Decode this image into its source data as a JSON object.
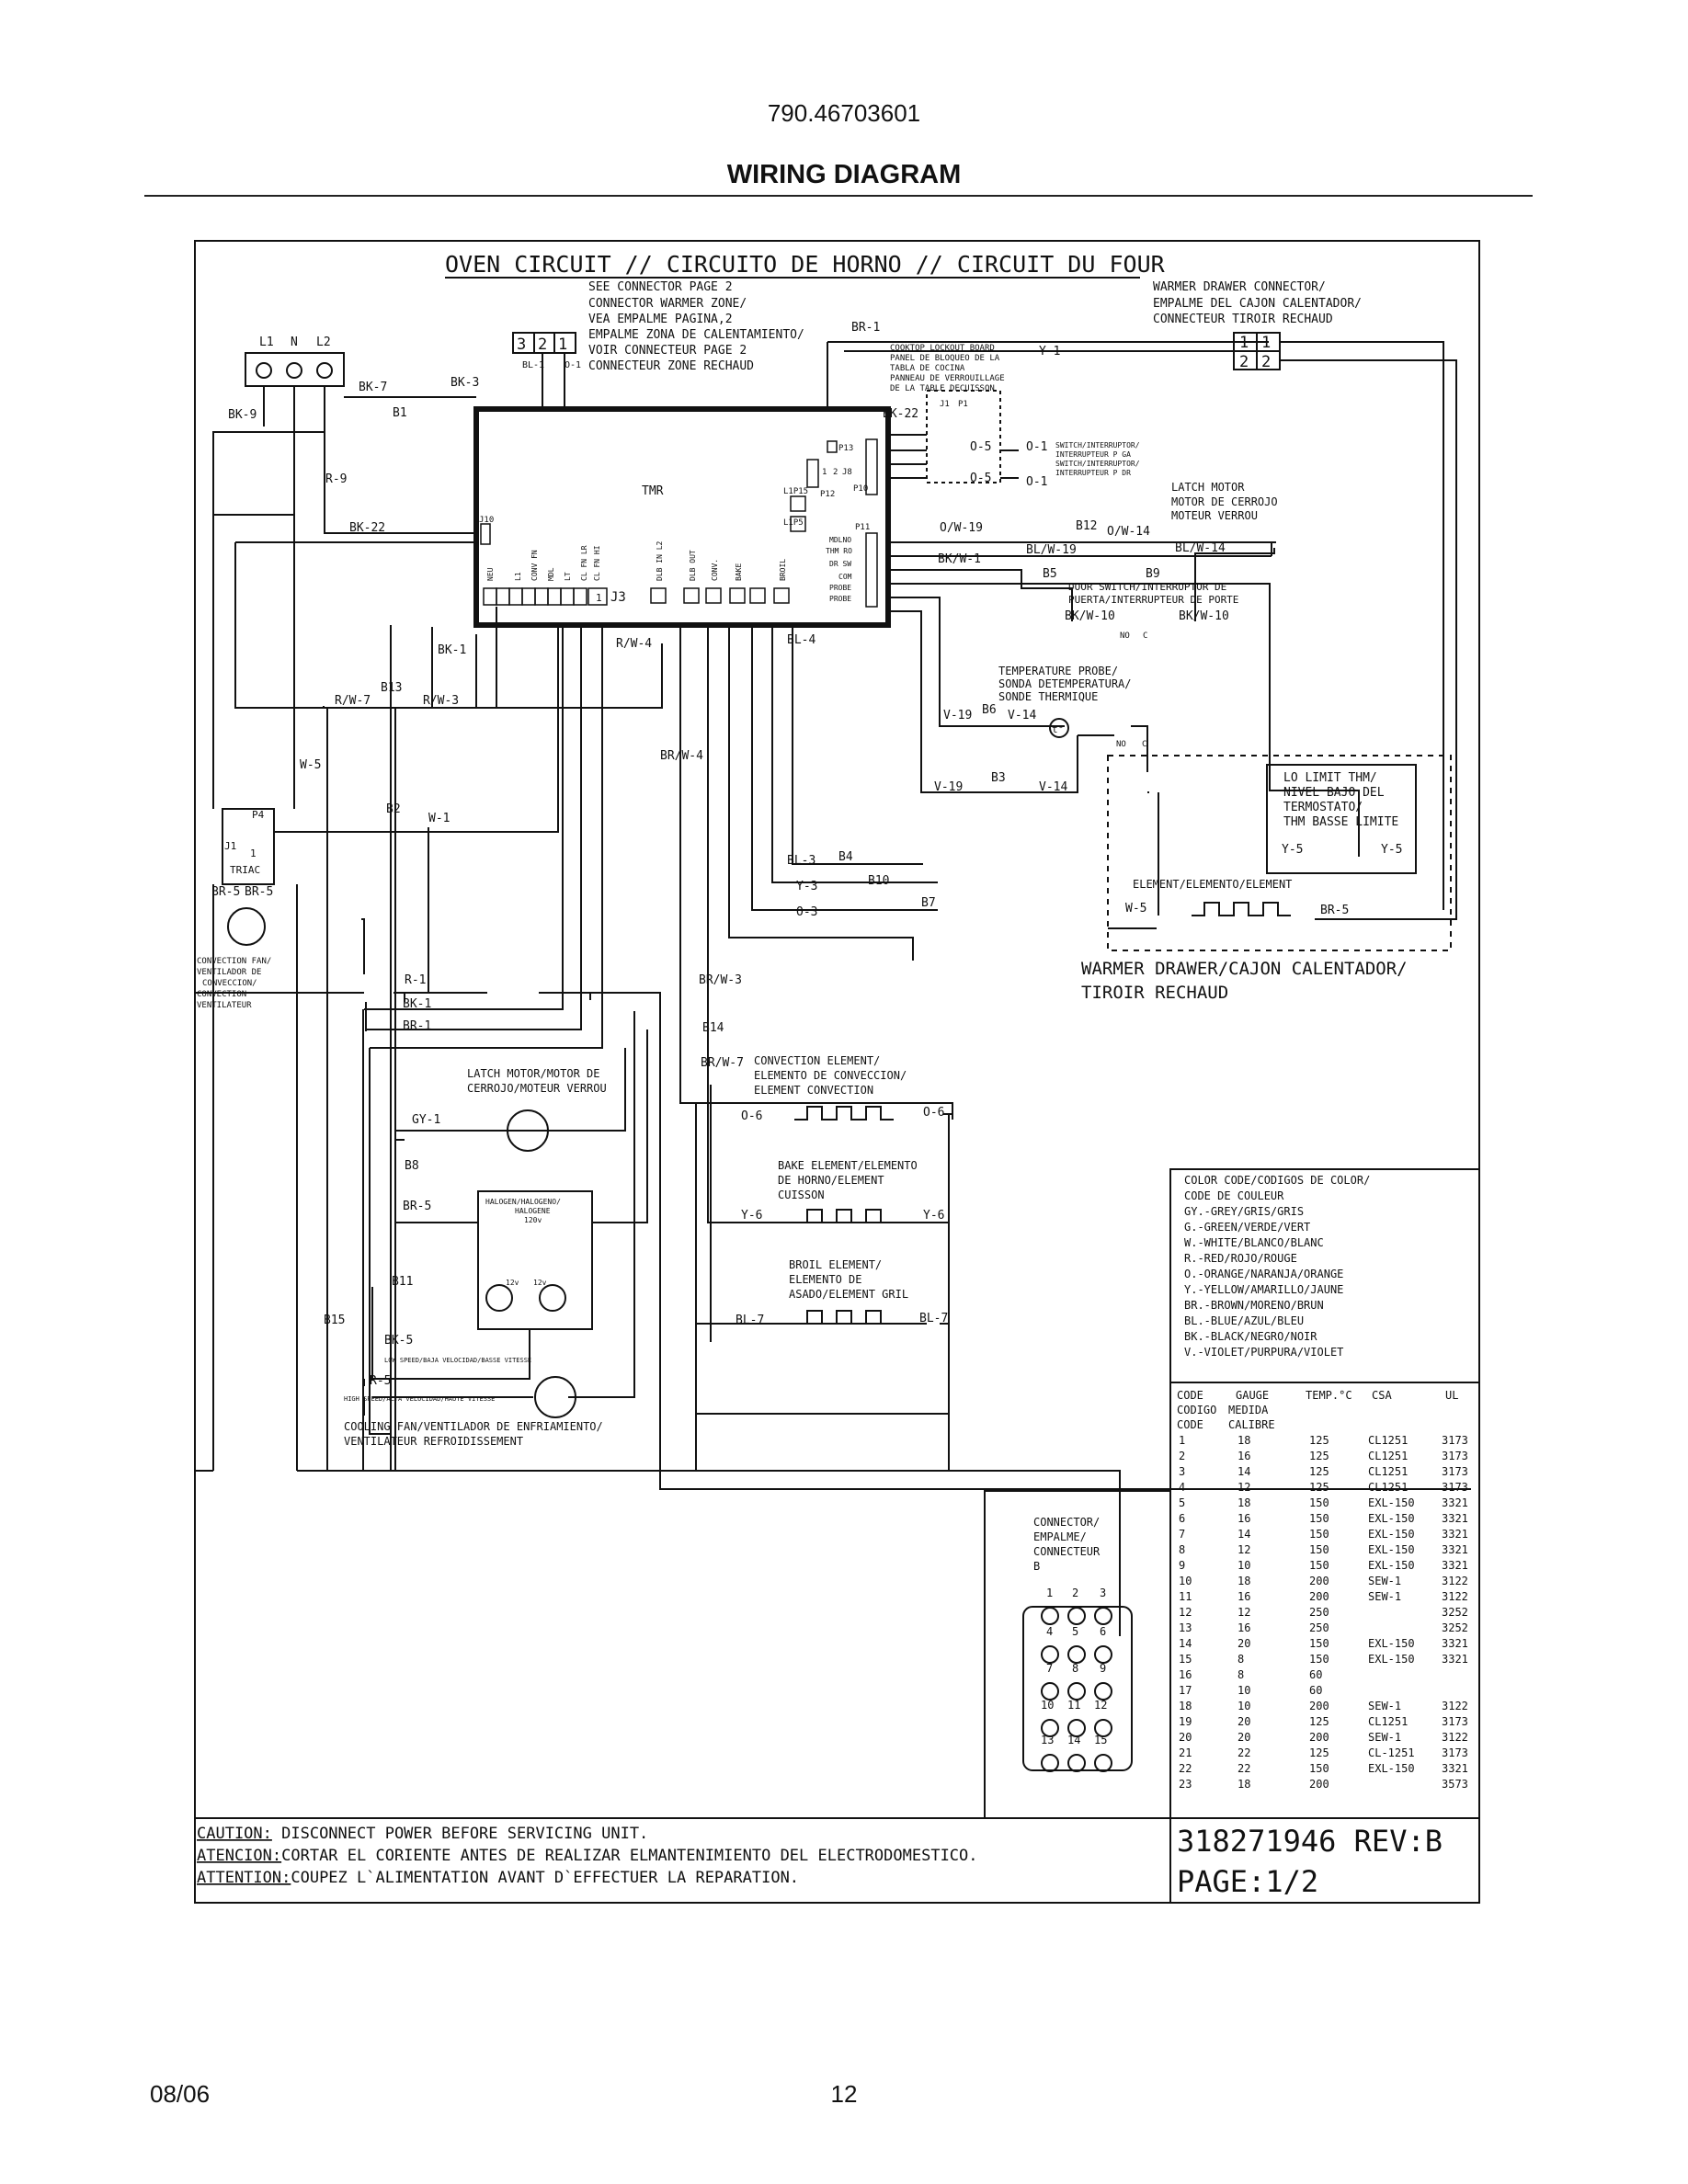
{
  "header": {
    "model": "790.46703601",
    "title": "WIRING DIAGRAM"
  },
  "circuit_title": "OVEN CIRCUIT // CIRCUITO DE HORNO // CIRCUIT DU FOUR",
  "power": {
    "l1": "L1",
    "n": "N",
    "l2": "L2"
  },
  "see_connector_note": [
    "SEE CONNECTOR PAGE 2",
    "CONNECTOR WARMER ZONE/",
    "VEA EMPALME PAGINA,2",
    "EMPALME ZONA DE CALENTAMIENTO/",
    "VOIR CONNECTEUR PAGE 2",
    "CONNECTEUR ZONE RECHAUD"
  ],
  "connector_321": {
    "pins": [
      "3",
      "2",
      "1"
    ],
    "bl1": "BL-1",
    "o1": "O-1"
  },
  "warmer_connector": [
    "WARMER DRAWER CONNECTOR/",
    "EMPALME DEL CAJON CALENTADOR/",
    "CONNECTEUR TIROIR RECHAUD"
  ],
  "warmer_pins": [
    "1",
    "1",
    "2",
    "2"
  ],
  "lockout_board": [
    "COOKTOP LOCKOUT BOARD",
    "PANEL DE BLOQUEO DE LA",
    "TABLA DE COCINA",
    "PANNEAU DE VERROUILLAGE",
    "DE LA TABLE DECUISSON"
  ],
  "lockout_pins": {
    "j1": "J1",
    "p1": "P1"
  },
  "switches": [
    "SWITCH/INTERRUPTOR/",
    "INTERRUPTEUR P GA",
    "SWITCH/INTERRUPTOR/",
    "INTERRUPTEUR P DR"
  ],
  "tmr": {
    "label": "TMR",
    "j10": "J10",
    "j3": "J3",
    "j3_pin": "1",
    "pins": [
      "NEU",
      "L1",
      "CONV FN",
      "MDL",
      "LT",
      "CL FN LR",
      "CL FN HI",
      "DLB IN L2",
      "DLB OUT",
      "CONV.",
      "BAKE",
      "BROIL"
    ],
    "connectors": {
      "p13": "P13",
      "j8": "J8",
      "j8_pins": [
        "1",
        "2"
      ],
      "p12": "P12",
      "p10": "P10",
      "l1p15": "L1P15",
      "l1p5": "L1P5",
      "p11": "P11"
    },
    "right_pins": [
      "MDLNO",
      "THM RO",
      "DR SW",
      "COM",
      "PROBE",
      "PROBE"
    ]
  },
  "wires": {
    "bk9": "BK-9",
    "bk7": "BK-7",
    "b1": "B1",
    "bk3": "BK-3",
    "r9": "R-9",
    "bk22_left": "BK-22",
    "bk22_top": "BK-22",
    "br1_top": "BR-1",
    "y1": "Y-1",
    "o5a": "O-5",
    "o5b": "O-5",
    "o1a": "O-1",
    "o1b": "O-1",
    "ow19": "O/W-19",
    "b12": "B12",
    "ow14": "O/W-14",
    "blw19": "BL/W-19",
    "blw14": "BL/W-14",
    "bkw1": "BK/W-1",
    "b5": "B5",
    "b9": "B9",
    "bkw10a": "BK/W-10",
    "bkw10b": "BK/W-10",
    "no": "NO",
    "c": "C",
    "bk1_mid": "BK-1",
    "rw4": "R/W-4",
    "bl4": "BL-4",
    "b13": "B13",
    "rw7": "R/W-7",
    "rw3": "R/W-3",
    "v19a": "V-19",
    "b6": "B6",
    "v14a": "V-14",
    "v19b": "V-19",
    "b3": "B3",
    "v14b": "V-14",
    "brw4": "BR/W-4",
    "w5": "W-5",
    "b2": "B2",
    "w1": "W-1",
    "bl3": "BL-3",
    "b4": "B4",
    "y3": "Y-3",
    "b10": "B10",
    "o3": "O-3",
    "b7": "B7",
    "no2": "NO",
    "c2": "C",
    "br5a": "BR-5",
    "br5b": "BR-5",
    "w5b": "W-5",
    "br5c": "BR-5",
    "y5a": "Y-5",
    "y5b": "Y-5",
    "r1": "R-1",
    "bk1b": "BK-1",
    "br1b": "BR-1",
    "brw3": "BR/W-3",
    "b14": "B14",
    "brw7": "BR/W-7",
    "gy1": "GY-1",
    "b8": "B8",
    "br5d": "BR-5",
    "o6a": "O-6",
    "o6b": "O-6",
    "y6a": "Y-6",
    "y6b": "Y-6",
    "b11": "B11",
    "b15": "B15",
    "bk5": "BK-5",
    "r5": "R-5",
    "bl7a": "BL-7",
    "bl7b": "BL-7"
  },
  "components": {
    "latch_motor_right": [
      "LATCH MOTOR",
      "MOTOR DE CERROJO",
      "MOTEUR VERROU"
    ],
    "door_switch": [
      "DOOR SWITCH/INTERRUPTOR DE",
      "PUERTA/INTERRUPTEUR DE PORTE"
    ],
    "temp_probe": [
      "TEMPERATURE PROBE/",
      "SONDA DETEMPERATURA/",
      "SONDE THERMIQUE"
    ],
    "probe_symbol": "t°",
    "lo_limit": [
      "LO LIMIT THM/",
      "NIVEL BAJO DEL",
      "TERMOSTATO/",
      "THM BASSE LIMITE"
    ],
    "triac": {
      "p4": "P4",
      "j1": "J1",
      "pin": "1",
      "label": "TRIAC"
    },
    "warmer_element": "ELEMENT/ELEMENTO/ELEMENT",
    "warmer_drawer": [
      "WARMER DRAWER/CAJON CALENTADOR/",
      "TIROIR RECHAUD"
    ],
    "convection_fan": [
      "CONVECTION FAN/",
      "VENTILADOR DE",
      "CONVECCION/",
      "CONVECTION",
      "VENTILATEUR"
    ],
    "latch_motor_left": [
      "LATCH MOTOR/MOTOR DE",
      "CERROJO/MOTEUR VERROU"
    ],
    "convection_element": [
      "CONVECTION ELEMENT/",
      "ELEMENTO DE CONVECCION/",
      "ELEMENT CONVECTION"
    ],
    "bake_element": [
      "BAKE ELEMENT/ELEMENTO",
      "DE HORNO/ELEMENT",
      "CUISSON"
    ],
    "halogen": [
      "HALOGEN/HALOGENO/",
      "HALOGENE",
      "120v"
    ],
    "halogen_12v": [
      "12v",
      "12v"
    ],
    "broil_element": [
      "BROIL ELEMENT/",
      "ELEMENTO DE",
      "ASADO/ELEMENT GRIL"
    ],
    "low_speed": "LOW SPEED/BAJA VELOCIDAD/BASSE VITESSE",
    "high_speed": "HIGH SPEED/ALTA VELOCIDAD/HAUTE VITESSE",
    "cooling_fan": [
      "COOLING FAN/VENTILADOR DE ENFRIAMIENTO/",
      "VENTILATEUR REFROIDISSEMENT"
    ]
  },
  "color_code": {
    "title": [
      "COLOR CODE/CODIGOS DE COLOR/",
      "CODE DE COULEUR"
    ],
    "entries": [
      "GY.-GREY/GRIS/GRIS",
      "G.-GREEN/VERDE/VERT",
      "W.-WHITE/BLANCO/BLANC",
      "R.-RED/ROJO/ROUGE",
      "O.-ORANGE/NARANJA/ORANGE",
      "Y.-YELLOW/AMARILLO/JAUNE",
      "BR.-BROWN/MORENO/BRUN",
      "BL.-BLUE/AZUL/BLEU",
      "BK.-BLACK/NEGRO/NOIR",
      "V.-VIOLET/PURPURA/VIOLET"
    ]
  },
  "gauge_table": {
    "headers": [
      "CODE",
      "GAUGE",
      "TEMP.°C",
      "CSA",
      "UL"
    ],
    "subheaders": [
      [
        "CODIGO",
        "MEDIDA"
      ],
      [
        "CODE",
        "CALIBRE"
      ]
    ],
    "rows": [
      [
        "1",
        "18",
        "125",
        "CL1251",
        "3173"
      ],
      [
        "2",
        "16",
        "125",
        "CL1251",
        "3173"
      ],
      [
        "3",
        "14",
        "125",
        "CL1251",
        "3173"
      ],
      [
        "4",
        "12",
        "125",
        "CL1251",
        "3173"
      ],
      [
        "5",
        "18",
        "150",
        "EXL-150",
        "3321"
      ],
      [
        "6",
        "16",
        "150",
        "EXL-150",
        "3321"
      ],
      [
        "7",
        "14",
        "150",
        "EXL-150",
        "3321"
      ],
      [
        "8",
        "12",
        "150",
        "EXL-150",
        "3321"
      ],
      [
        "9",
        "10",
        "150",
        "EXL-150",
        "3321"
      ],
      [
        "10",
        "18",
        "200",
        "SEW-1",
        "3122"
      ],
      [
        "11",
        "16",
        "200",
        "SEW-1",
        "3122"
      ],
      [
        "12",
        "12",
        "250",
        "",
        "3252"
      ],
      [
        "13",
        "16",
        "250",
        "",
        "3252"
      ],
      [
        "14",
        "20",
        "150",
        "EXL-150",
        "3321"
      ],
      [
        "15",
        "8",
        "150",
        "EXL-150",
        "3321"
      ],
      [
        "16",
        "8",
        "60",
        "",
        ""
      ],
      [
        "17",
        "10",
        "60",
        "",
        ""
      ],
      [
        "18",
        "10",
        "200",
        "SEW-1",
        "3122"
      ],
      [
        "19",
        "20",
        "125",
        "CL1251",
        "3173"
      ],
      [
        "20",
        "20",
        "200",
        "SEW-1",
        "3122"
      ],
      [
        "21",
        "22",
        "125",
        "CL-1251",
        "3173"
      ],
      [
        "22",
        "22",
        "150",
        "EXL-150",
        "3321"
      ],
      [
        "23",
        "18",
        "200",
        "",
        "3573"
      ]
    ]
  },
  "connector_b": {
    "title": [
      "CONNECTOR/",
      "EMPALME/",
      "CONNECTEUR",
      "B"
    ],
    "pins": [
      "1",
      "2",
      "3",
      "4",
      "5",
      "6",
      "7",
      "8",
      "9",
      "10",
      "11",
      "12",
      "13",
      "14",
      "15"
    ]
  },
  "caution": {
    "lines": [
      {
        "label": "CAUTION:",
        "text": " DISCONNECT POWER BEFORE SERVICING UNIT."
      },
      {
        "label": "ATENCION:",
        "text": "CORTAR EL CORIENTE ANTES DE REALIZAR ELMANTENIMIENTO DEL ELECTRODOMESTICO."
      },
      {
        "label": "ATTENTION:",
        "text": "COUPEZ L`ALIMENTATION AVANT D`EFFECTUER LA REPARATION."
      }
    ]
  },
  "doc_number": "318271946 REV:B",
  "doc_page": "PAGE:1/2",
  "footer": {
    "date": "08/06",
    "page": "12"
  }
}
